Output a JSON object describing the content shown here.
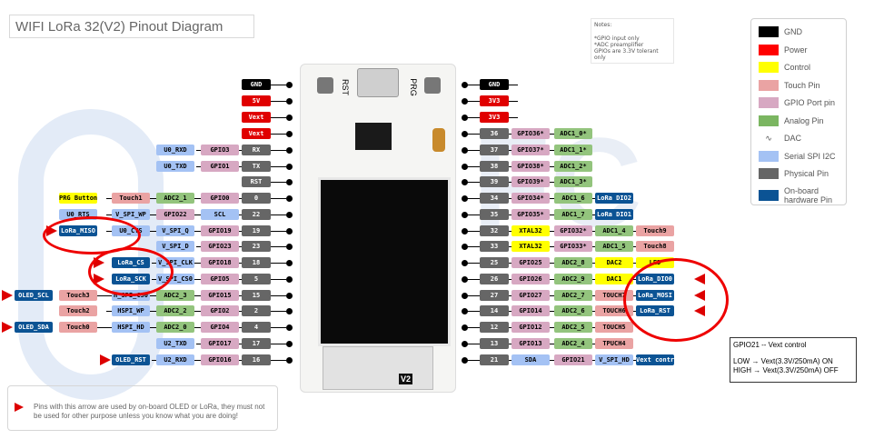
{
  "title": "WIFI LoRa 32(V2) Pinout Diagram",
  "notes": {
    "heading": "Notes:",
    "lines": [
      "*GPIO input only",
      "*ADC preamplifier",
      "GPIOs are 3.3V tolerant only"
    ]
  },
  "legend": [
    {
      "label": "GND",
      "color": "#000000"
    },
    {
      "label": "Power",
      "color": "#ff0000"
    },
    {
      "label": "Control",
      "color": "#ffff00"
    },
    {
      "label": "Touch Pin",
      "color": "#eaa3a3"
    },
    {
      "label": "GPIO Port pin",
      "color": "#d7a8c2"
    },
    {
      "label": "Analog Pin",
      "color": "#7bb661"
    },
    {
      "label": "DAC",
      "color": "#ffffff"
    },
    {
      "label": "Serial SPI I2C",
      "color": "#a4c2f4"
    },
    {
      "label": "Physical Pin",
      "color": "#666666"
    },
    {
      "label": "On-board hardware Pin",
      "color": "#0b5394"
    }
  ],
  "board": {
    "labels": [
      "RST",
      "PRG",
      "V2"
    ]
  },
  "left_pins": [
    [
      "GND"
    ],
    [
      "5V"
    ],
    [
      "Vext"
    ],
    [
      "Vext"
    ],
    [
      "RX",
      "GPIO3",
      "U0_RXD"
    ],
    [
      "TX",
      "GPIO1",
      "U0_TXD"
    ],
    [
      "RST"
    ],
    [
      "0",
      "GPIO0",
      "ADC2_1",
      "Touch1",
      "PRG Button"
    ],
    [
      "22",
      "SCL",
      "GPIO22",
      "V_SPI_WP",
      "U0_RTS"
    ],
    [
      "19",
      "GPIO19",
      "V_SPI_Q",
      "U0_CTS",
      "LoRa_MISO"
    ],
    [
      "23",
      "GPIO23",
      "V_SPI_D"
    ],
    [
      "18",
      "GPIO18",
      "V_SPI_CLK",
      "LoRa_CS"
    ],
    [
      "5",
      "GPIO5",
      "V_SPI_CS0",
      "LoRa_SCK"
    ],
    [
      "15",
      "GPIO15",
      "ADC2_3",
      "H_SPI_CS0",
      "Touch3",
      "OLED_SCL"
    ],
    [
      "2",
      "GPIO2",
      "ADC2_2",
      "HSPI_WP",
      "Touch2"
    ],
    [
      "4",
      "GPIO4",
      "ADC2_0",
      "HSPI_HD",
      "Touch0",
      "OLED_SDA"
    ],
    [
      "17",
      "GPIO17",
      "U2_TXD"
    ],
    [
      "16",
      "GPIO16",
      "U2_RXD",
      "OLED_RST"
    ]
  ],
  "right_pins": [
    [
      "GND"
    ],
    [
      "3V3"
    ],
    [
      "3V3"
    ],
    [
      "36",
      "GPIO36*",
      "ADC1_0*"
    ],
    [
      "37",
      "GPIO37*",
      "ADC1_1*"
    ],
    [
      "38",
      "GPIO38*",
      "ADC1_2*"
    ],
    [
      "39",
      "GPIO39*",
      "ADC1_3*"
    ],
    [
      "34",
      "GPIO34*",
      "ADC1_6",
      "LoRa DIO2"
    ],
    [
      "35",
      "GPIO35*",
      "ADC1_7",
      "LoRa DIO1"
    ],
    [
      "32",
      "XTAL32",
      "GPIO32*",
      "ADC1_4",
      "Touch9"
    ],
    [
      "33",
      "XTAL32",
      "GPIO33*",
      "ADC1_5",
      "Touch8"
    ],
    [
      "25",
      "GPIO25",
      "ADC2_8",
      "DAC2",
      "LED"
    ],
    [
      "26",
      "GPIO26",
      "ADC2_9",
      "DAC1",
      "LoRa_DIO0"
    ],
    [
      "27",
      "GPIO27",
      "ADC2_7",
      "TOUCH7",
      "LoRa_MOSI"
    ],
    [
      "14",
      "GPIO14",
      "ADC2_6",
      "TOUCH6",
      "LoRa_RST"
    ],
    [
      "12",
      "GPIO12",
      "ADC2_5",
      "TOUCH5"
    ],
    [
      "13",
      "GPIO13",
      "ADC2_4",
      "TPUCH4"
    ],
    [
      "21",
      "SDA",
      "GPIO21",
      "V_SPI_HD",
      "Vext control"
    ]
  ],
  "note_box": "Pins with this arrow are used by on-board OLED or LoRa, they must not be used for other purpose unless you know what you are doing!",
  "gpio21_box": {
    "title": "GPIO21 -- Vext control",
    "low": "LOW    → Vext(3.3V/250mA) ON",
    "high": "HIGH    → Vext(3.3V/250mA) OFF"
  }
}
